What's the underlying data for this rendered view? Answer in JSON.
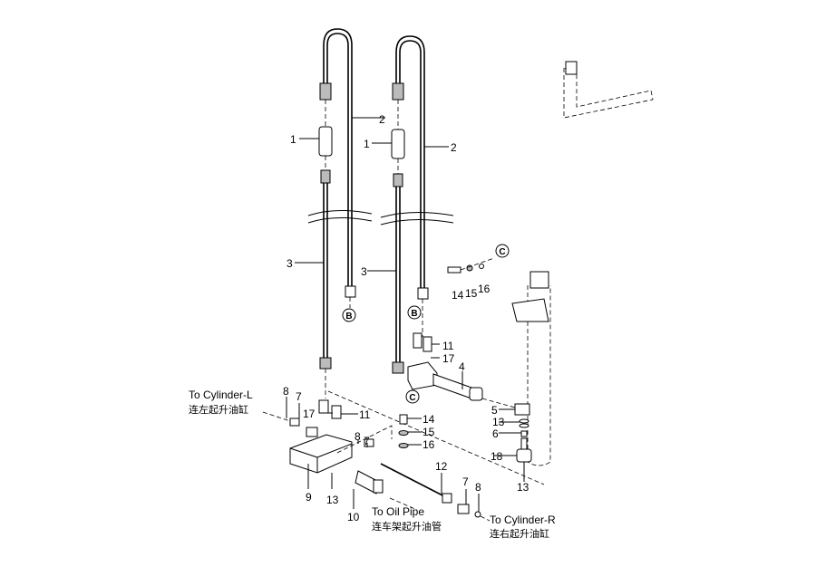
{
  "diagram": {
    "callouts": [
      "1",
      "2",
      "1",
      "2",
      "3",
      "3",
      "14",
      "15",
      "16",
      "11",
      "17",
      "4",
      "5",
      "13",
      "6",
      "18",
      "13",
      "14",
      "15",
      "16",
      "12",
      "7",
      "8",
      "8",
      "7",
      "17",
      "11",
      "8",
      "7",
      "9",
      "13",
      "10"
    ],
    "refs": [
      "B",
      "B",
      "C",
      "C"
    ],
    "destinations": {
      "cylinder_l": {
        "en": "To Cylinder-L",
        "zh": "连左起升油缸"
      },
      "cylinder_r": {
        "en": "To Cylinder-R",
        "zh": "连右起升油缸"
      },
      "oil_pipe": {
        "en": "To Oil Pipe",
        "zh": "连车架起升油管"
      }
    }
  }
}
